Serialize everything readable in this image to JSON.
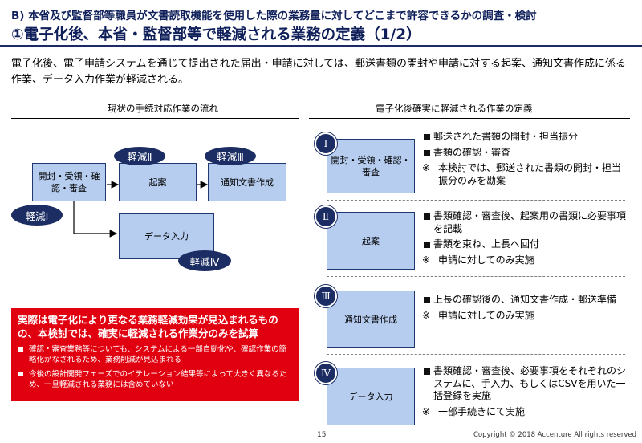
{
  "header": {
    "subtitle": "B) 本省及び監督部等職員が文書読取機能を使用した際の業務量に対してどこまで許容できるかの調査・検討",
    "title": "①電子化後、本省・監督部等で軽減される業務の定義（1/2）"
  },
  "intro": "電子化後、電子申請システムを通じて提出された届出・申請に対しては、郵送書類の開封や申請に対する起案、通知文書作成に係る作業、データ入力作業が軽減される。",
  "left_column": {
    "heading": "現状の手続対応作業の流れ",
    "flow_boxes": {
      "open": "開封・受領・確認・審査",
      "draft": "起案",
      "notice": "通知文書作成",
      "data": "データ入力"
    },
    "ovals": {
      "r1": "軽減Ⅰ",
      "r2": "軽減Ⅱ",
      "r3": "軽減Ⅲ",
      "r4": "軽減Ⅳ"
    }
  },
  "right_column": {
    "heading": "電子化後確実に軽減される作業の定義",
    "sections": [
      {
        "num": "Ⅰ",
        "label": "開封・受領・確認・審査",
        "items": [
          "郵送された書類の開封・担当振分",
          "書類の確認・審査"
        ],
        "note": "本検討では、郵送された書類の開封・担当振分のみを勘案"
      },
      {
        "num": "Ⅱ",
        "label": "起案",
        "items": [
          "書類確認・審査後、起案用の書類に必要事項を記載",
          "書類を束ね、上長へ回付"
        ],
        "note": "申請に対してのみ実施"
      },
      {
        "num": "Ⅲ",
        "label": "通知文書作成",
        "items": [
          "上長の確認後の、通知文書作成・郵送準備"
        ],
        "note": "申請に対してのみ実施"
      },
      {
        "num": "Ⅳ",
        "label": "データ入力",
        "items": [
          "書類確認・審査後、必要事項をそれぞれのシステムに、手入力、もしくはCSVを用いた一括登録を実施"
        ],
        "note": "一部手続きにて実施"
      }
    ]
  },
  "red_box": {
    "heading": "実際は電子化により更なる業務軽減効果が見込まれるものの、本検討では、確実に軽減される作業分のみを試算",
    "items": [
      "確認・審査業務等についても、システムによる一部自動化や、確認作業の簡略化がなされるため、業務削減が見込まれる",
      "今後の設計開発フェーズでのイテレーション結果等によって大きく異なるため、一旦軽減される業務には含めていない"
    ]
  },
  "footer": {
    "page": "15",
    "copyright": "Copyright © 2018  Accenture  All rights reserved"
  },
  "colors": {
    "navy": "#1b2d63",
    "box_fill": "#b6cdf0",
    "red": "#e0000f"
  }
}
